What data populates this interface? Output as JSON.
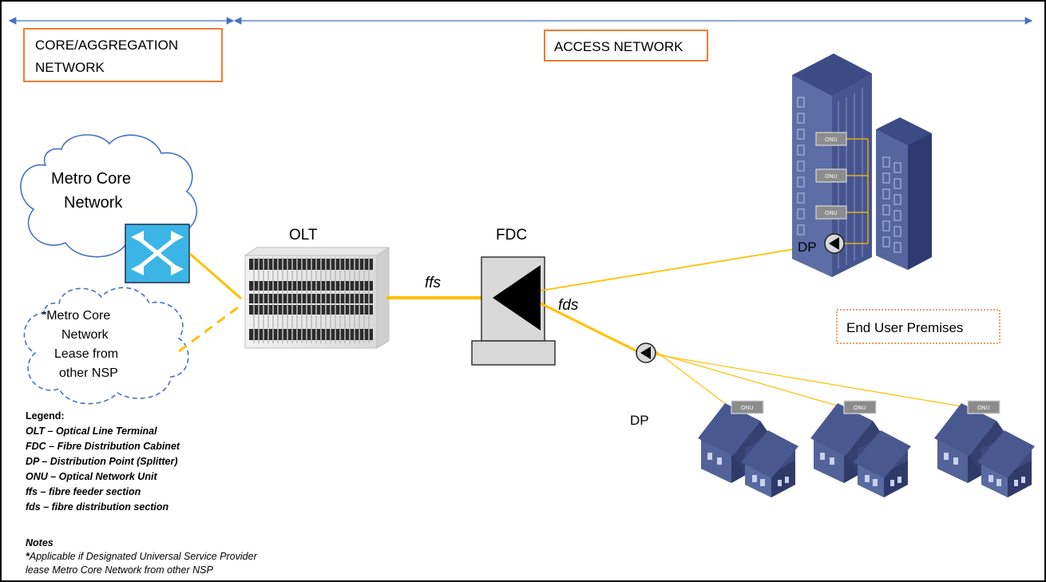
{
  "sections": {
    "core": "CORE/AGGREGATION NETWORK",
    "core_line1": "CORE/AGGREGATION",
    "core_line2": "NETWORK",
    "access": "ACCESS NETWORK"
  },
  "clouds": {
    "metro_line1": "Metro Core",
    "metro_line2": "Network",
    "lease_line1": "*Metro Core",
    "lease_line2": "Network",
    "lease_line3": "Lease from",
    "lease_line4": "other NSP"
  },
  "nodes": {
    "olt": "OLT",
    "fdc": "FDC",
    "dp_building": "DP",
    "dp_houses": "DP",
    "onu": "ONU"
  },
  "links": {
    "ffs": "ffs",
    "fds": "fds"
  },
  "end_user": "End User Premises",
  "legend": {
    "title": "Legend:",
    "items": [
      "OLT – Optical Line Terminal",
      "FDC – Fibre Distribution Cabinet",
      "DP – Distribution Point (Splitter)",
      "ONU – Optical Network Unit",
      "ffs – fibre feeder section",
      "fds – fibre distribution section"
    ]
  },
  "notes": {
    "title": "Notes",
    "star": "*",
    "line1_rest": "Applicable if Designated Universal Service Provider",
    "line2": "lease Metro Core Network from other NSP"
  },
  "colors": {
    "fiber": "#FFC000",
    "section_border": "#ED7D31",
    "arrow": "#4472C4",
    "switch": "#3BB5E6",
    "building": "#4A5A96"
  }
}
